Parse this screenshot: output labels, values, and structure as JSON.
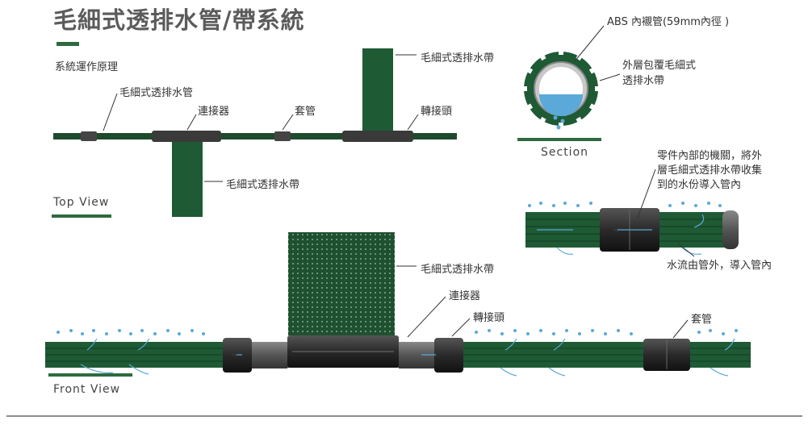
{
  "title": "毛細式透排水管/帶系統",
  "subtitle": "系統運作原理",
  "top_view": {
    "label": "Top View",
    "callouts": {
      "pipe": "毛細式透排水管",
      "connector": "連接器",
      "sleeve": "套管",
      "belt_upper": "毛細式透排水帶",
      "adapter": "轉接頭",
      "belt_lower": "毛細式透排水帶"
    }
  },
  "section": {
    "label": "Section",
    "callouts": {
      "abs_liner": "ABS 內襯管(59mm內徑 )",
      "outer_l1": "外層包覆毛細式",
      "outer_l2": "透排水帶"
    }
  },
  "detail": {
    "callouts": {
      "mech_l1": "零件內部的機關，將外",
      "mech_l2": "層毛細式透排水帶收集",
      "mech_l3": "到的水份導入管內",
      "flow": "水流由管外，導入管內"
    }
  },
  "front_view": {
    "label": "Front View",
    "callouts": {
      "belt": "毛細式透排水帶",
      "connector": "連接器",
      "adapter": "轉接頭",
      "sleeve": "套管"
    }
  },
  "colors": {
    "pipe_green": "#1f4a2c",
    "belt_green": "#1e5a34",
    "accent_green": "#2d6a3e",
    "connector_dark": "#3a3a3a",
    "water_blue": "#5aa9d8"
  }
}
